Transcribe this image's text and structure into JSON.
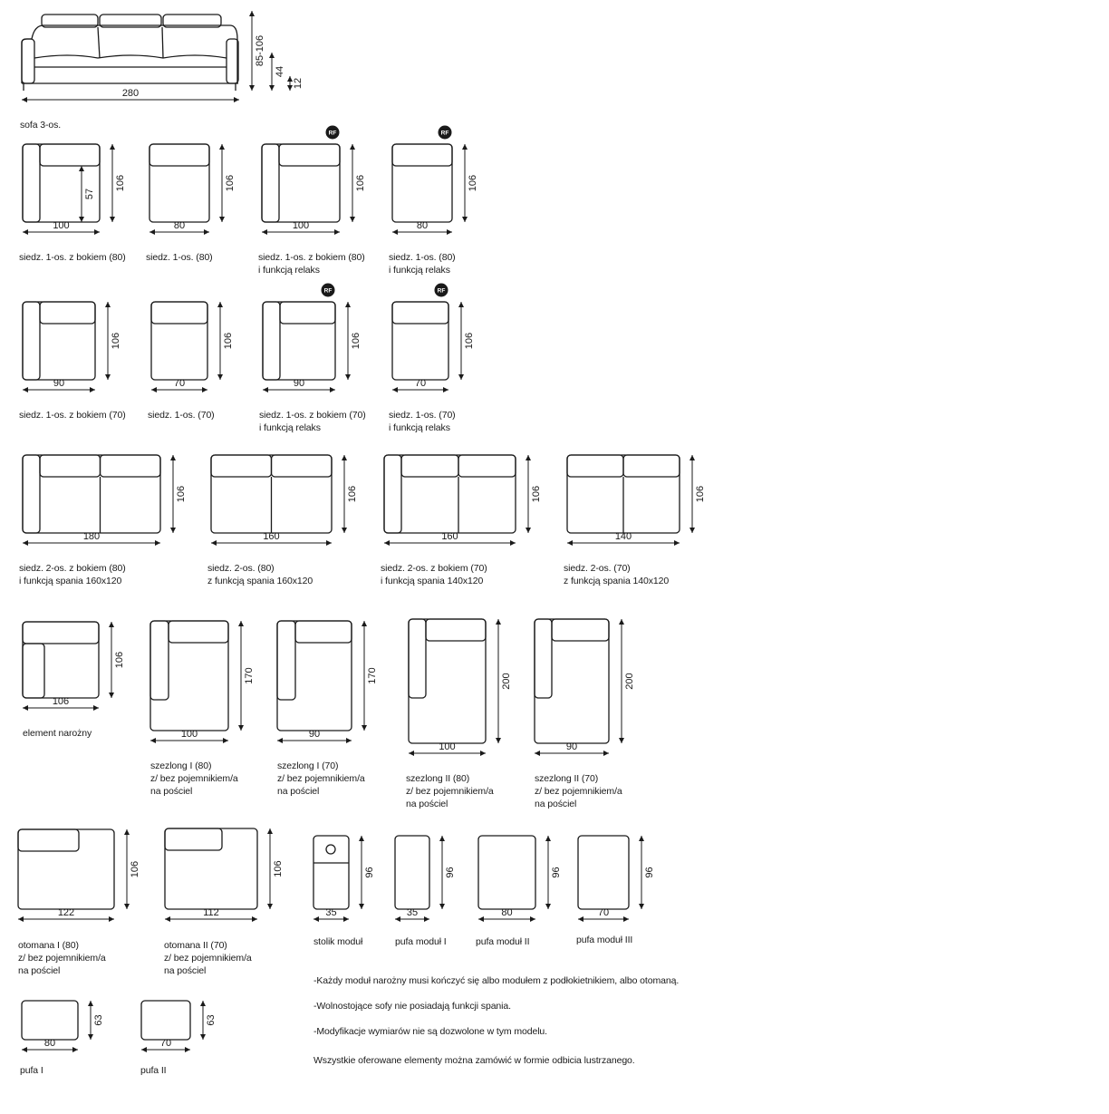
{
  "header": {
    "model_caption": "sofa 3-os."
  },
  "sofa_front": {
    "width": "280",
    "height": "85-106",
    "seat_height": "44",
    "leg_height": "12"
  },
  "rf_badge": "RF",
  "modules": [
    {
      "id": "m1",
      "caption": [
        "siedz. 1-os. z bokiem (80)"
      ],
      "width": "100",
      "depth": "106",
      "inner": "57"
    },
    {
      "id": "m2",
      "caption": [
        "siedz. 1-os. (80)"
      ],
      "width": "80",
      "depth": "106"
    },
    {
      "id": "m3",
      "caption": [
        "siedz. 1-os. z bokiem (80)",
        "i funkcją relaks"
      ],
      "width": "100",
      "depth": "106"
    },
    {
      "id": "m4",
      "caption": [
        "siedz. 1-os. (80)",
        "i funkcją relaks"
      ],
      "width": "80",
      "depth": "106"
    },
    {
      "id": "m5",
      "caption": [
        "siedz. 1-os. z bokiem (70)"
      ],
      "width": "90",
      "depth": "106"
    },
    {
      "id": "m6",
      "caption": [
        "siedz. 1-os. (70)"
      ],
      "width": "70",
      "depth": "106"
    },
    {
      "id": "m7",
      "caption": [
        "siedz. 1-os. z bokiem (70)",
        "i funkcją relaks"
      ],
      "width": "90",
      "depth": "106"
    },
    {
      "id": "m8",
      "caption": [
        "siedz. 1-os. (70)",
        "i funkcją relaks"
      ],
      "width": "70",
      "depth": "106"
    },
    {
      "id": "m9",
      "caption": [
        "siedz. 2-os. z bokiem (80)",
        "i funkcją spania 160x120"
      ],
      "width": "180",
      "depth": "106"
    },
    {
      "id": "m10",
      "caption": [
        "siedz. 2-os. (80)",
        "z funkcją spania 160x120"
      ],
      "width": "160",
      "depth": "106"
    },
    {
      "id": "m11",
      "caption": [
        "siedz. 2-os. z bokiem (70)",
        "i funkcją spania 140x120"
      ],
      "width": "160",
      "depth": "106"
    },
    {
      "id": "m12",
      "caption": [
        "siedz. 2-os. (70)",
        "z funkcją spania 140x120"
      ],
      "width": "140",
      "depth": "106"
    },
    {
      "id": "m13",
      "caption": [
        "element narożny"
      ],
      "width": "106",
      "depth": "106"
    },
    {
      "id": "m14",
      "caption": [
        "szezlong I (80)",
        "z/ bez pojemnikiem/a",
        "na pościel"
      ],
      "width": "100",
      "depth": "170"
    },
    {
      "id": "m15",
      "caption": [
        "szezlong I (70)",
        "z/ bez pojemnikiem/a",
        "na pościel"
      ],
      "width": "90",
      "depth": "170"
    },
    {
      "id": "m16",
      "caption": [
        "szezlong II (80)",
        "z/ bez pojemnikiem/a",
        "na pościel"
      ],
      "width": "100",
      "depth": "200"
    },
    {
      "id": "m17",
      "caption": [
        "szezlong II (70)",
        "z/ bez pojemnikiem/a",
        "na pościel"
      ],
      "width": "90",
      "depth": "200"
    },
    {
      "id": "m18",
      "caption": [
        "otomana I (80)",
        "z/ bez pojemnikiem/a",
        "na pościel"
      ],
      "width": "122",
      "depth": "106"
    },
    {
      "id": "m19",
      "caption": [
        "otomana II (70)",
        "z/ bez pojemnikiem/a",
        "na pościel"
      ],
      "width": "112",
      "depth": "106"
    },
    {
      "id": "m20",
      "caption": [
        "stolik moduł"
      ],
      "width": "35",
      "depth": "96"
    },
    {
      "id": "m21",
      "caption": [
        "pufa moduł I"
      ],
      "width": "35",
      "depth": "96"
    },
    {
      "id": "m22",
      "caption": [
        "pufa moduł II"
      ],
      "width": "80",
      "depth": "96"
    },
    {
      "id": "m23",
      "caption": [
        "pufa moduł III"
      ],
      "width": "70",
      "depth": "96"
    },
    {
      "id": "m24",
      "caption": [
        "pufa I"
      ],
      "width": "80",
      "depth": "63"
    },
    {
      "id": "m25",
      "caption": [
        "pufa II"
      ],
      "width": "70",
      "depth": "63"
    }
  ],
  "notes": [
    "-Każdy moduł narożny musi kończyć się albo modułem z podłokietnikiem, albo otomaną.",
    "-Wolnostojące sofy nie posiadają funkcji spania.",
    "-Modyfikacje wymiarów nie są dozwolone w tym modelu.",
    "Wszystkie oferowane elementy można zamówić w formie odbicia lustrzanego."
  ]
}
